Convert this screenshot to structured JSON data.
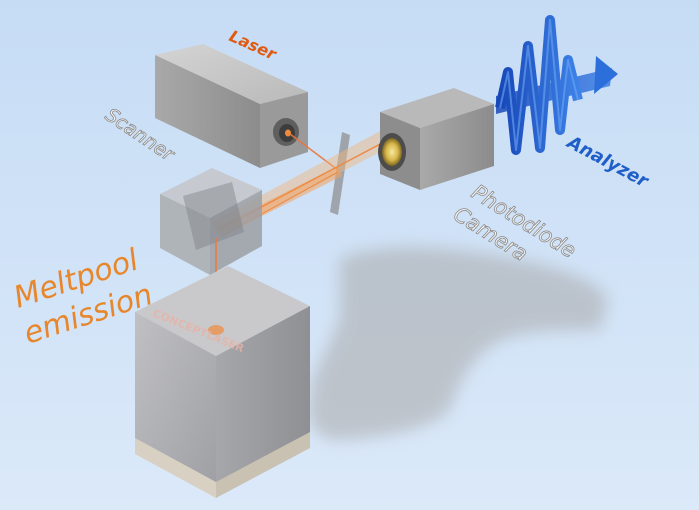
{
  "labels": {
    "laser": "Laser",
    "scanner": "Scanner",
    "meltpool_line1": "Meltpool",
    "meltpool_line2": "emission",
    "photodiode": "Photodiode",
    "camera": "Camera",
    "analyzer": "Analyzer",
    "brand": "CONCEPTLASER"
  },
  "colors": {
    "background": "#cfe2f7",
    "laser_label": "#e05a12",
    "meltpool_label": "#e7862a",
    "analyzer_label": "#1f5fc7",
    "gray_label": "#8a8a8a",
    "beam": "#f0a25c",
    "signal": "#1d55c9"
  },
  "icons": [
    "laser-box",
    "scanner-cube",
    "beam-splitter",
    "photodiode-camera",
    "analyzer-signal-icon",
    "machine-block",
    "shadow"
  ]
}
